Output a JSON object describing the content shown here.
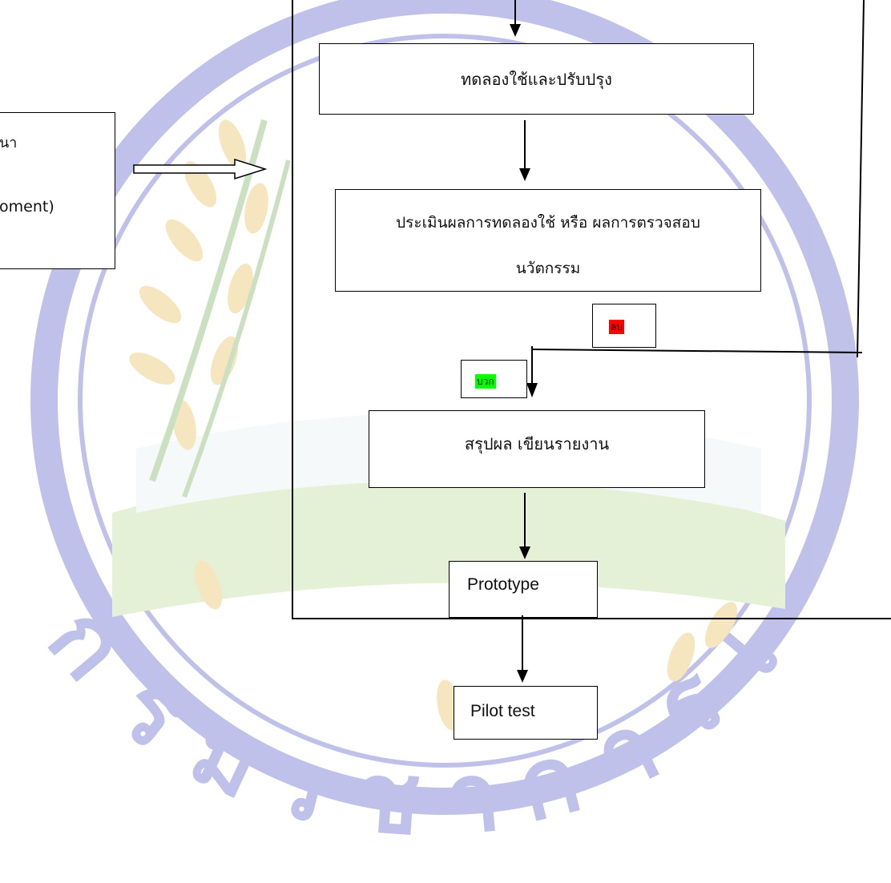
{
  "left_box": {
    "line1": "นา",
    "line2": "oment)"
  },
  "steps": {
    "trial": "ทดลองใช้และปรับปรุง",
    "evaluate_line1": "ประเมินผลการทดลองใช้ หรือ ผลการตรวจสอบ",
    "evaluate_line2": "นวัตกรรม",
    "summary": "สรุปผล  เขียนรายงาน",
    "prototype": "Prototype",
    "pilot": "Pilot  test"
  },
  "branches": {
    "negative": "ลบ",
    "positive": "บวก"
  },
  "colors": {
    "negative": "#ff0000",
    "positive": "#00ff00",
    "watermark": "#4b4fc4",
    "watermark_leaf": "#e7b84a",
    "watermark_field": "#b7d88c"
  }
}
